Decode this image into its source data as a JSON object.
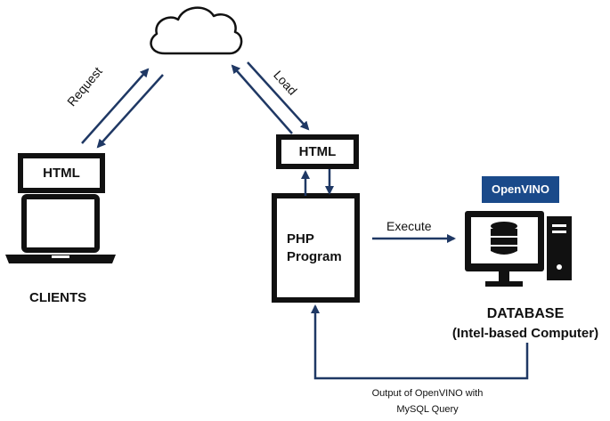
{
  "labels": {
    "request": "Request",
    "load": "Load",
    "html_client": "HTML",
    "html_server": "HTML",
    "php_line1": "PHP",
    "php_line2": "Program",
    "execute": "Execute",
    "clients": "CLIENTS",
    "database_line1": "DATABASE",
    "database_line2": "(Intel-based Computer)",
    "output_line1": "Output of OpenVINO with",
    "output_line2": "MySQL Query",
    "openvino_logo": "OpenVINO"
  },
  "colors": {
    "arrow": "#1f3864",
    "ink": "#111111",
    "logo_bg": "#1a4a8a",
    "logo_text": "#ffffff"
  },
  "icons": {
    "cloud": "cloud-icon",
    "laptop": "laptop-icon",
    "computer": "desktop-computer-icon",
    "database": "database-icon"
  }
}
